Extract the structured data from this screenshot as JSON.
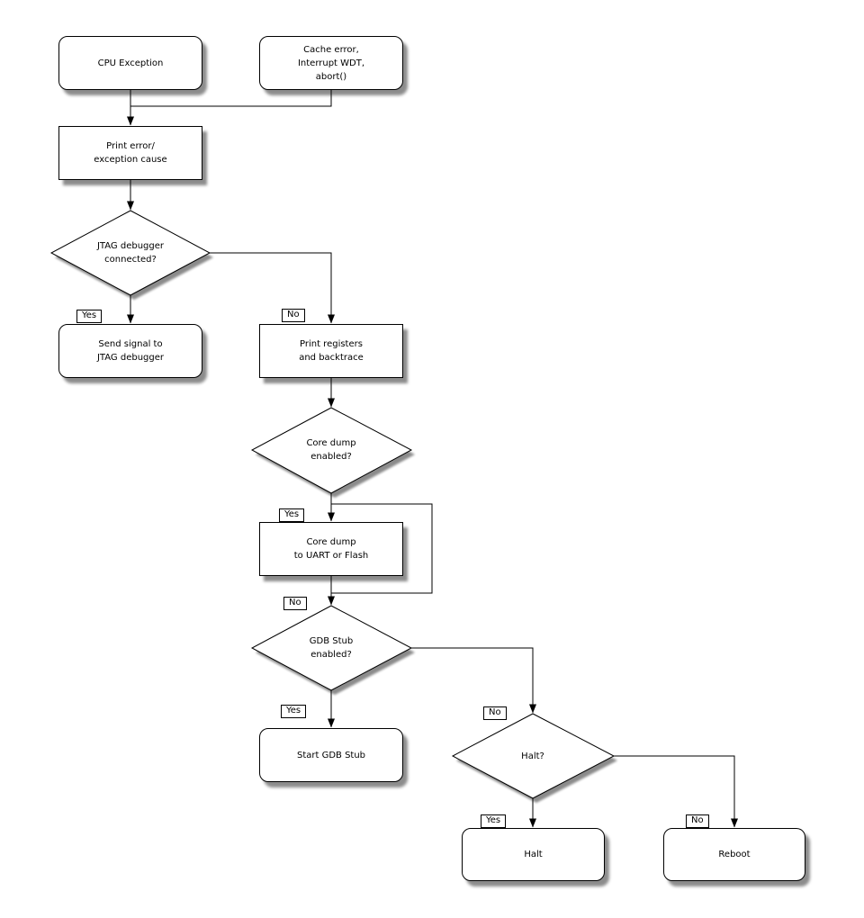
{
  "diagram": {
    "type": "flowchart",
    "colors": {
      "background": "#ffffff",
      "line": "#000000",
      "node_fill": "#ffffff",
      "node_border": "#000000",
      "shadow": "#3c3c3c"
    },
    "nodes": {
      "cpu_exception": {
        "label": "CPU Exception",
        "shape": "rounded"
      },
      "cache_error": {
        "label": "Cache error,\nInterrupt WDT,\nabort()",
        "shape": "rounded"
      },
      "print_error": {
        "label": "Print error/\nexception cause",
        "shape": "rect"
      },
      "jtag_connected": {
        "label": "JTAG debugger\nconnected?",
        "shape": "diamond"
      },
      "send_signal": {
        "label": "Send signal to\nJTAG debugger",
        "shape": "rounded"
      },
      "print_registers": {
        "label": "Print registers\nand backtrace",
        "shape": "rect"
      },
      "core_dump_enabled": {
        "label": "Core dump\nenabled?",
        "shape": "diamond"
      },
      "core_dump": {
        "label": "Core dump\nto UART or Flash",
        "shape": "rect"
      },
      "gdb_stub_enabled": {
        "label": "GDB Stub\nenabled?",
        "shape": "diamond"
      },
      "start_gdb_stub": {
        "label": "Start GDB Stub",
        "shape": "rounded"
      },
      "halt_decision": {
        "label": "Halt?",
        "shape": "diamond"
      },
      "halt": {
        "label": "Halt",
        "shape": "rounded"
      },
      "reboot": {
        "label": "Reboot",
        "shape": "rounded"
      }
    },
    "edge_labels": {
      "jtag_yes": "Yes",
      "jtag_no": "No",
      "core_dump_yes": "Yes",
      "core_dump_no": "No",
      "gdb_yes": "Yes",
      "gdb_no": "No",
      "halt_yes": "Yes",
      "halt_no": "No"
    }
  }
}
